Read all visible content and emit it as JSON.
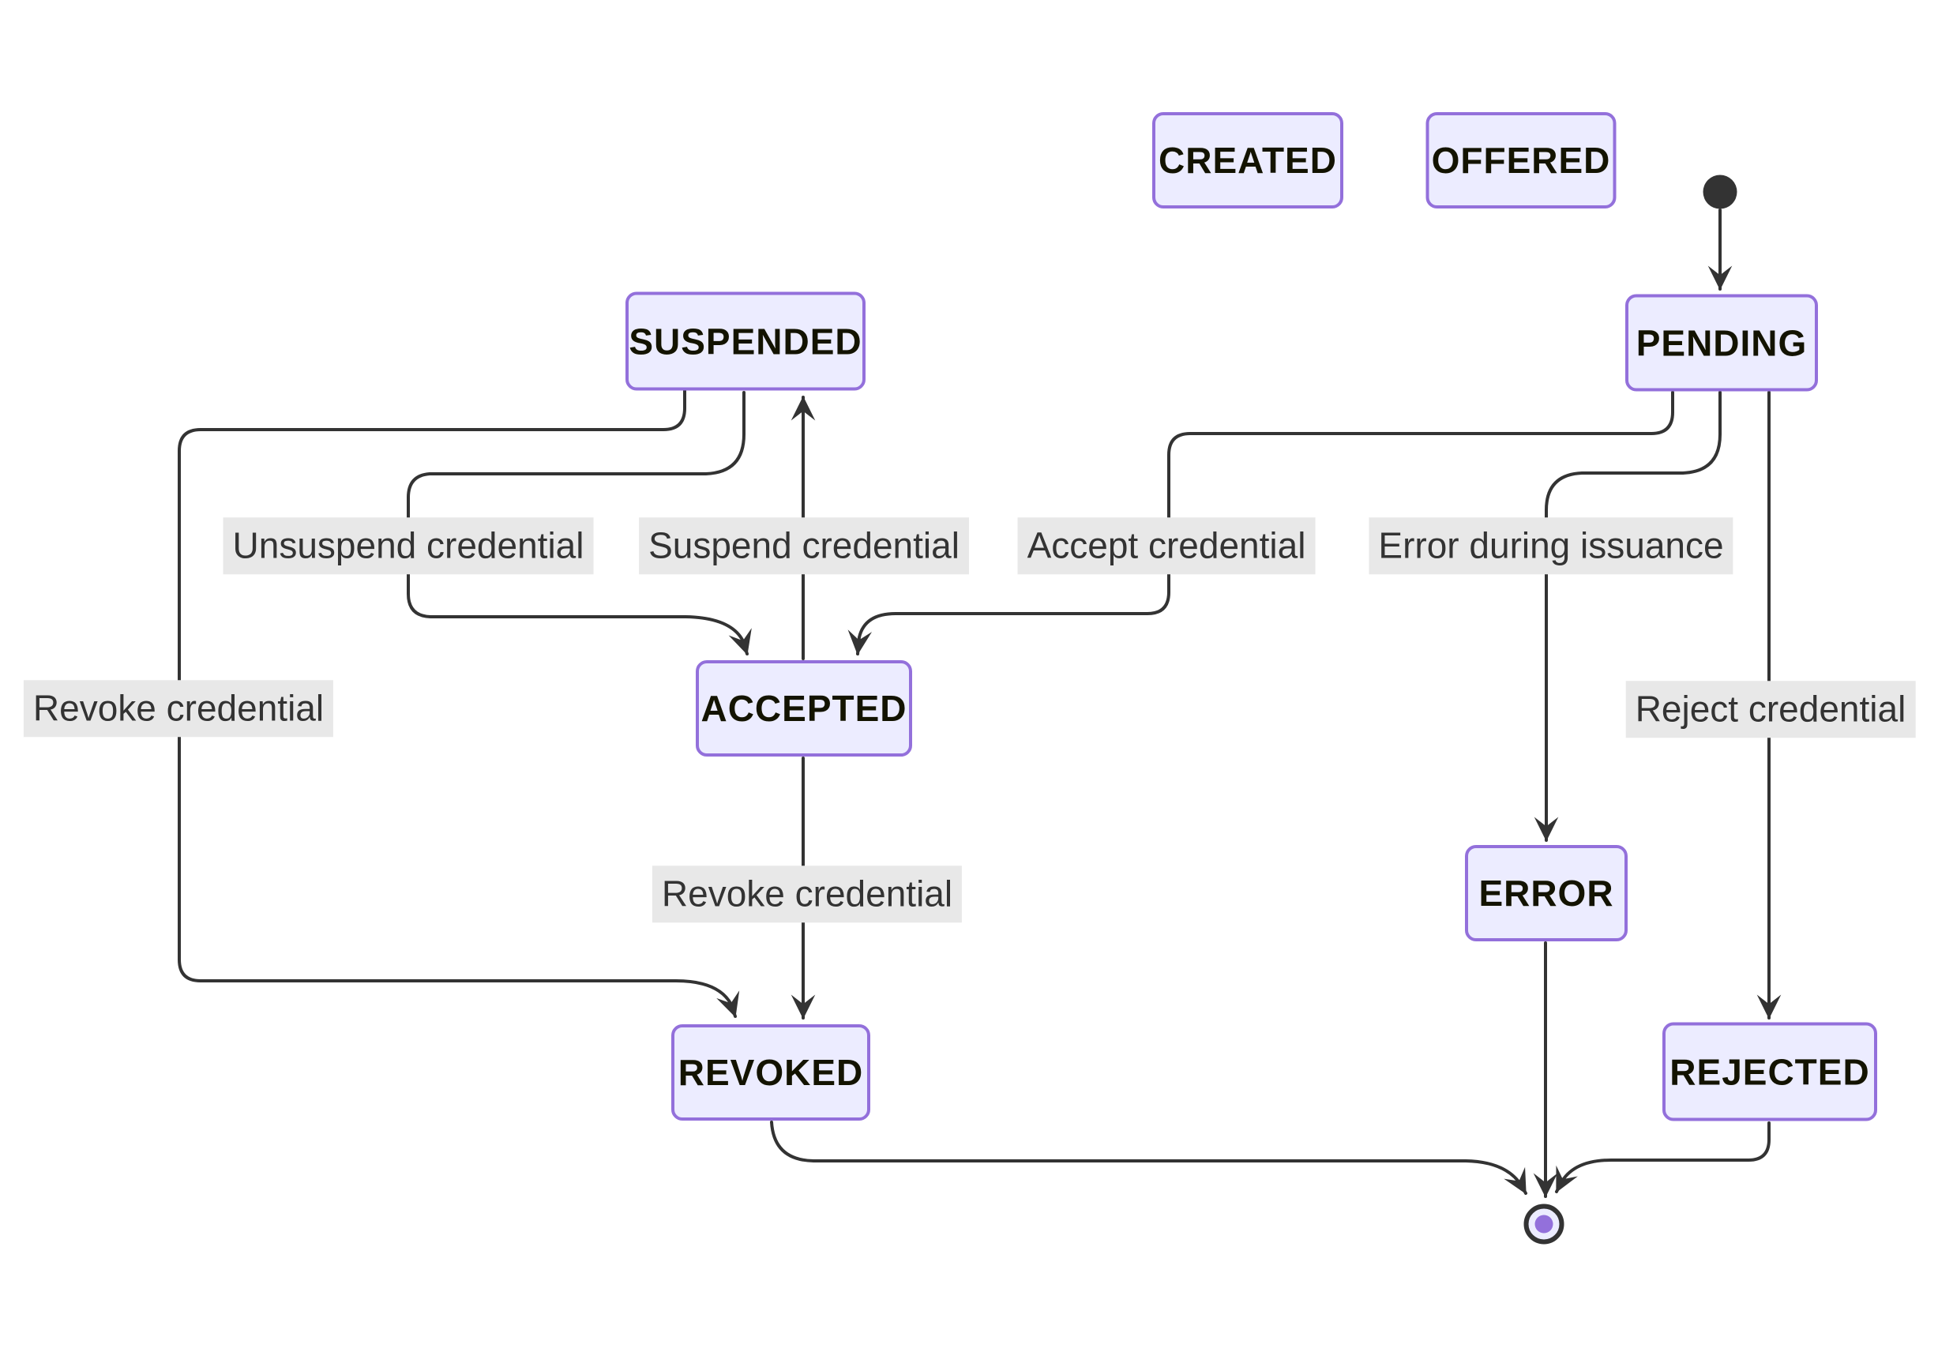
{
  "diagram": {
    "type": "state-machine",
    "states": {
      "created": "CREATED",
      "offered": "OFFERED",
      "pending": "PENDING",
      "suspended": "SUSPENDED",
      "accepted": "ACCEPTED",
      "error": "ERROR",
      "revoked": "REVOKED",
      "rejected": "REJECTED"
    },
    "edge_labels": {
      "unsuspend": "Unsuspend credential",
      "suspend": "Suspend credential",
      "accept": "Accept credential",
      "error_issuance": "Error during issuance",
      "revoke_left": "Revoke credential",
      "revoke_mid": "Revoke credential",
      "reject": "Reject credential"
    },
    "transitions": [
      {
        "from": "initial",
        "to": "PENDING",
        "label": ""
      },
      {
        "from": "PENDING",
        "to": "ACCEPTED",
        "label": "Accept credential"
      },
      {
        "from": "PENDING",
        "to": "ERROR",
        "label": "Error during issuance"
      },
      {
        "from": "PENDING",
        "to": "REJECTED",
        "label": "Reject credential"
      },
      {
        "from": "SUSPENDED",
        "to": "ACCEPTED",
        "label": "Unsuspend credential"
      },
      {
        "from": "ACCEPTED",
        "to": "SUSPENDED",
        "label": "Suspend credential"
      },
      {
        "from": "ACCEPTED",
        "to": "REVOKED",
        "label": "Revoke credential"
      },
      {
        "from": "SUSPENDED",
        "to": "REVOKED",
        "label": "Revoke credential"
      },
      {
        "from": "ERROR",
        "to": "final",
        "label": ""
      },
      {
        "from": "REVOKED",
        "to": "final",
        "label": ""
      },
      {
        "from": "REJECTED",
        "to": "final",
        "label": ""
      }
    ],
    "colors": {
      "state_fill": "#ECECFF",
      "state_border": "#9370DB",
      "state_text": "#131300",
      "edge_stroke": "#333333",
      "label_bg": "#e8e8e8",
      "label_text": "#333333",
      "initial_dot": "#333333",
      "final_inner_dot": "#9370DB",
      "background": "#ffffff"
    }
  }
}
